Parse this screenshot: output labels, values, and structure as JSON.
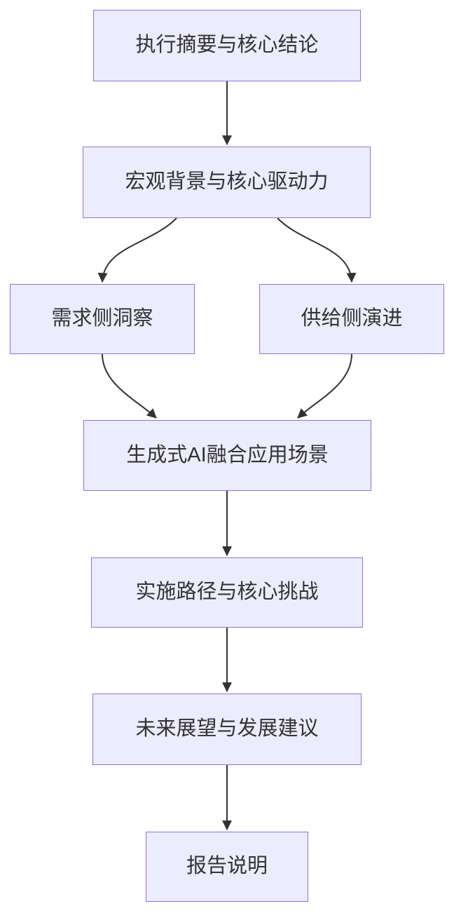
{
  "diagram": {
    "type": "flowchart",
    "direction": "top-down",
    "nodes": [
      {
        "id": "A",
        "label": "执行摘要与核心结论"
      },
      {
        "id": "B",
        "label": "宏观背景与核心驱动力"
      },
      {
        "id": "C",
        "label": "需求侧洞察"
      },
      {
        "id": "D",
        "label": "供给侧演进"
      },
      {
        "id": "E",
        "label": "生成式AI融合应用场景"
      },
      {
        "id": "F",
        "label": "实施路径与核心挑战"
      },
      {
        "id": "G",
        "label": "未来展望与发展建议"
      },
      {
        "id": "H",
        "label": "报告说明"
      }
    ],
    "edges": [
      {
        "from": "A",
        "to": "B"
      },
      {
        "from": "B",
        "to": "C"
      },
      {
        "from": "B",
        "to": "D"
      },
      {
        "from": "C",
        "to": "E"
      },
      {
        "from": "D",
        "to": "E"
      },
      {
        "from": "E",
        "to": "F"
      },
      {
        "from": "F",
        "to": "G"
      },
      {
        "from": "G",
        "to": "H"
      }
    ],
    "colors": {
      "node_fill": "#ECECFF",
      "node_border": "#9370DB",
      "text": "#333333",
      "edge": "#333333",
      "background": "#FFFFFF"
    }
  }
}
